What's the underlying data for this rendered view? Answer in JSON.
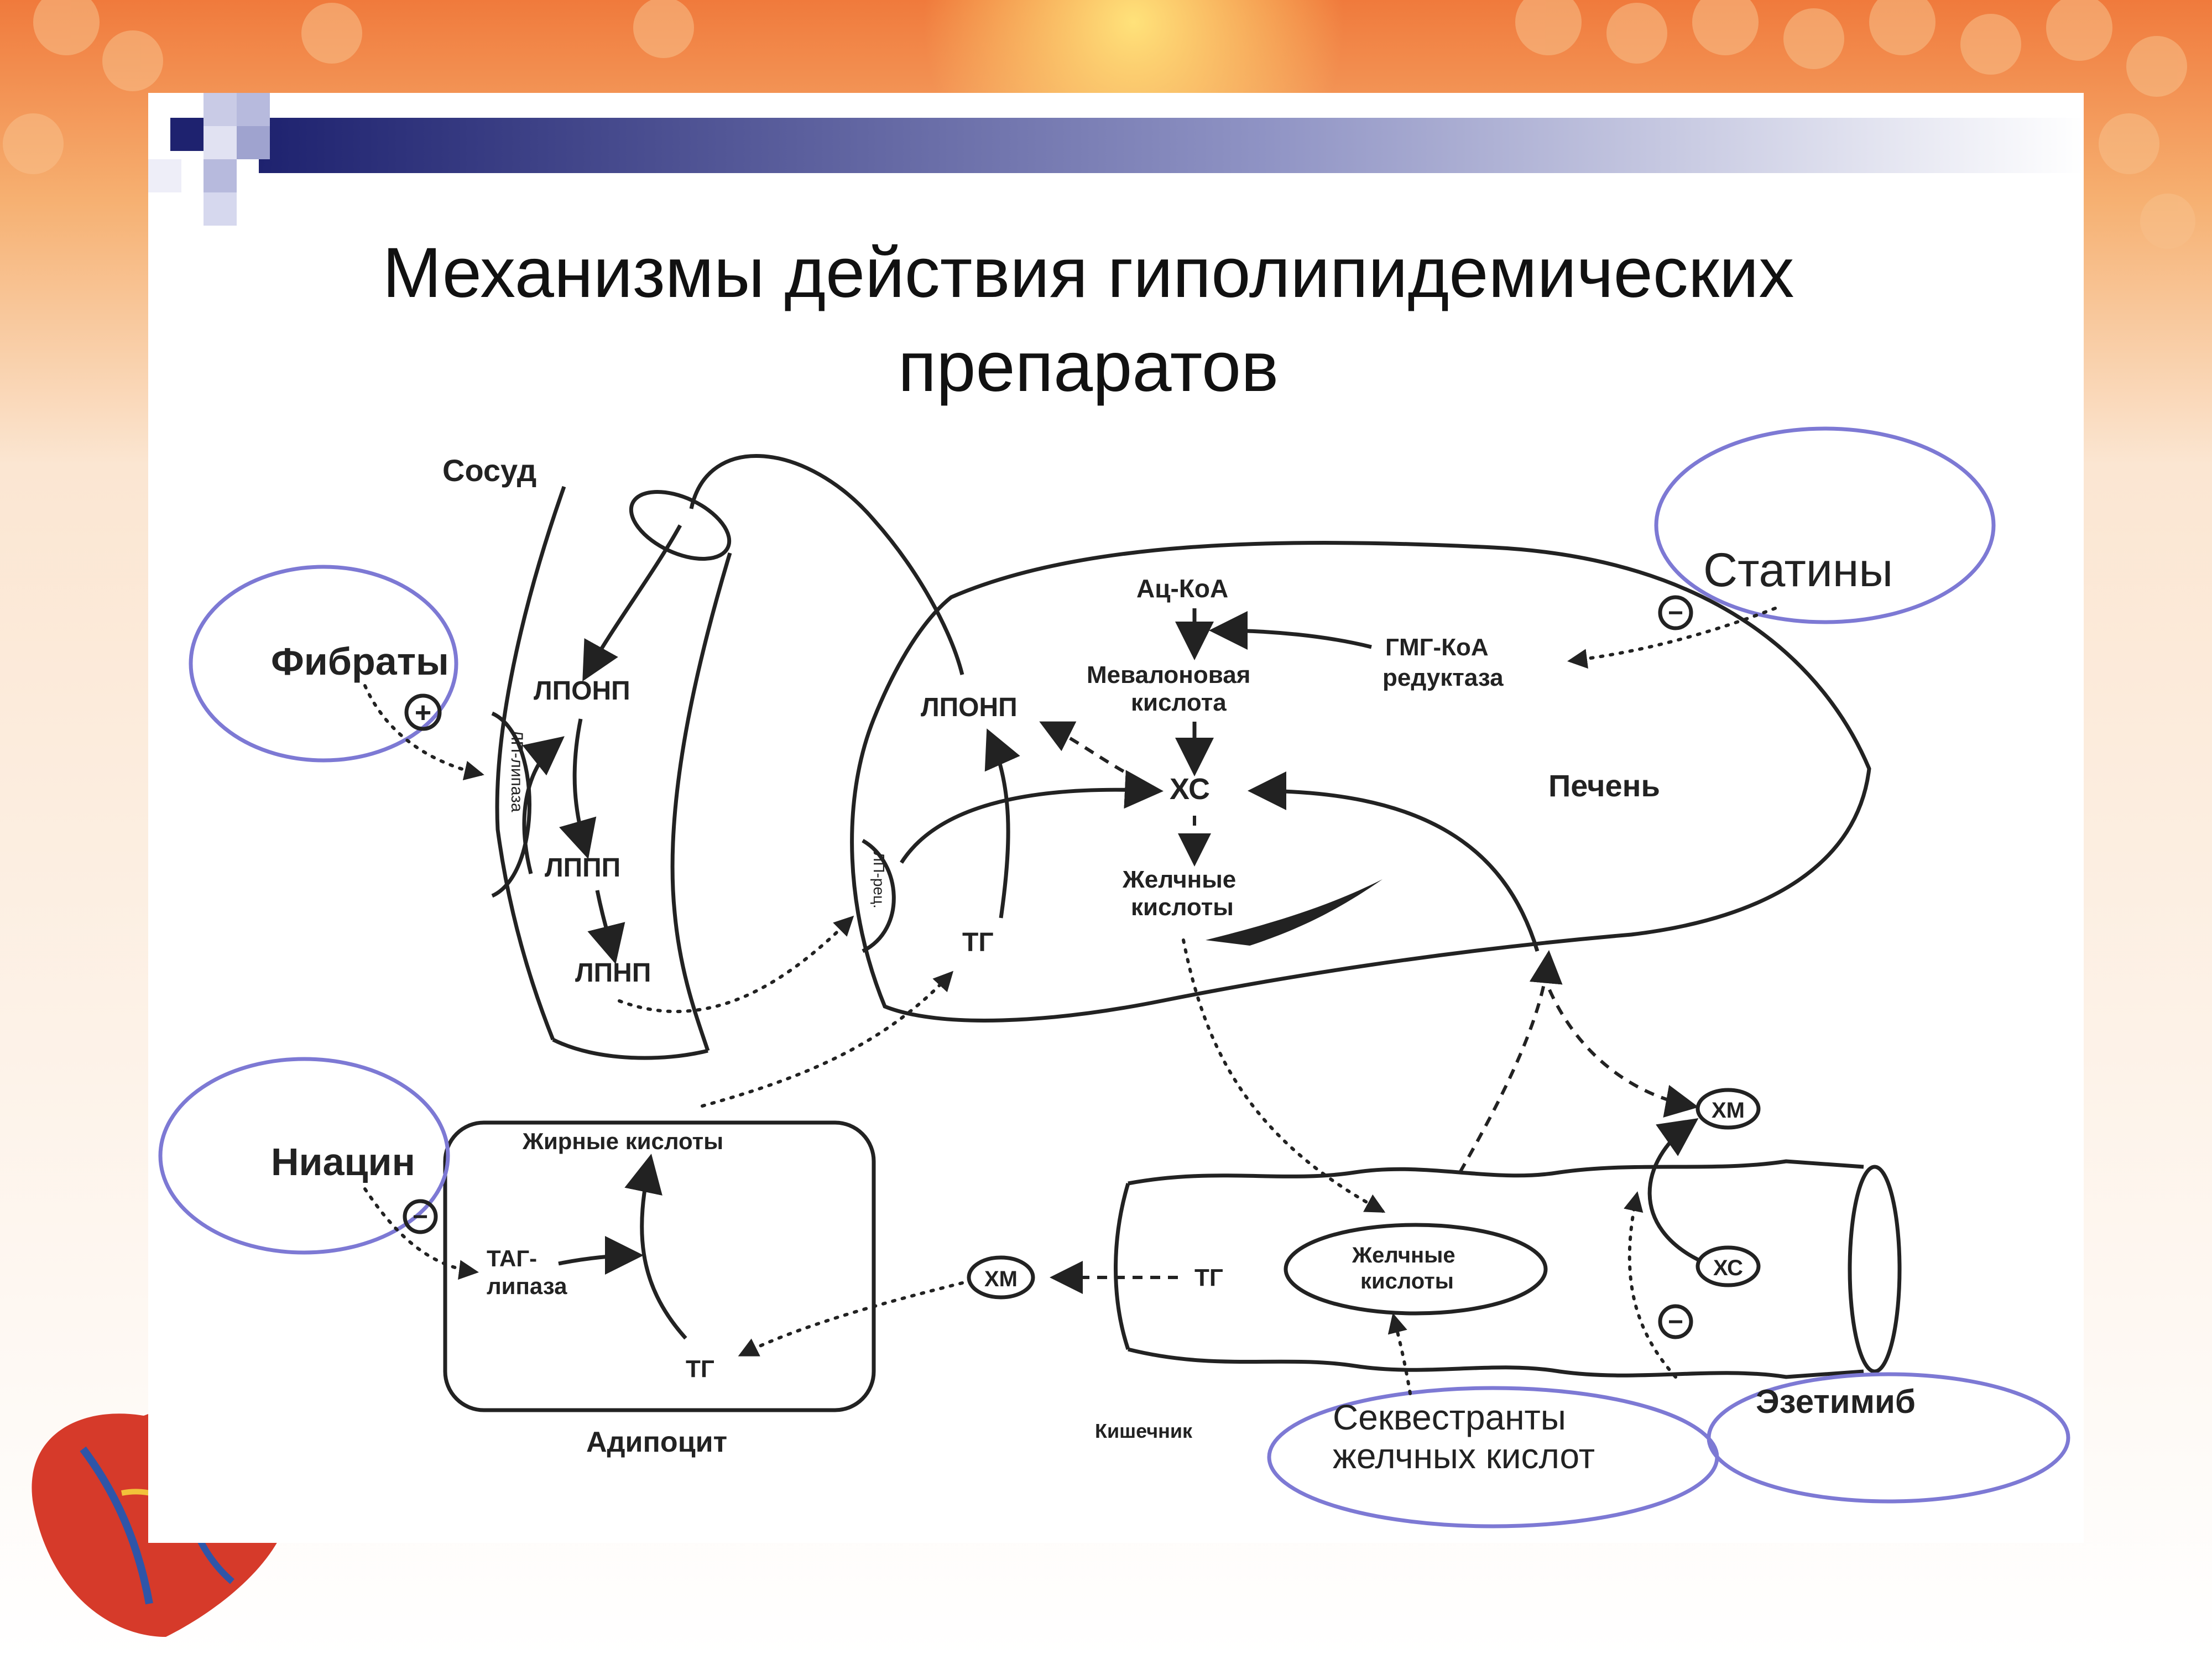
{
  "title": {
    "line1": "Механизмы действия гиполипидемических",
    "line2": "препаратов"
  },
  "colors": {
    "header_bar": "#2b2f8c",
    "drug_ovals": "#7d79d4",
    "bg_warm": "#f3a35b"
  },
  "labels": {
    "vessel": "Сосуд",
    "liver": "Печень",
    "intestine": "Кишечник",
    "adipocyte": "Адипоцит",
    "vldl_vessel": "ЛПОНП",
    "idl": "ЛППП",
    "ldl": "ЛПНП",
    "lpl": "ЛП-липаза",
    "ldl_receptor": "ЛП-рец.",
    "vldl_liver": "ЛПОНП",
    "tg_liver": "ТГ",
    "acetyl_coa": "Ац-КоА",
    "mevalonic_1": "Мевалоновая",
    "mevalonic_2": "кислота",
    "hmg_1": "ГМГ-КоА",
    "hmg_2": "редуктаза",
    "chol_liver": "ХС",
    "bile_1": "Желчные",
    "bile_2": "кислоты",
    "fatty_acids": "Жирные кислоты",
    "tag_1": "ТАГ-",
    "tag_2": "липаза",
    "tg_adipo": "ТГ",
    "xm_left": "ХМ",
    "tg_intestine": "ТГ",
    "bile_int_1": "Желчные",
    "bile_int_2": "кислоты",
    "xm_right": "ХМ",
    "chol_int": "ХС"
  },
  "drugs": {
    "fibrates": "Фибраты",
    "statins": "Статины",
    "niacin": "Ниацин",
    "ezetimibe": "Эзетимиб",
    "sequestrants_1": "Секвестранты",
    "sequestrants_2": "желчных кислот"
  },
  "signs": {
    "fibrates": "+",
    "statins": "−",
    "niacin": "−",
    "ezetimibe": "−"
  }
}
